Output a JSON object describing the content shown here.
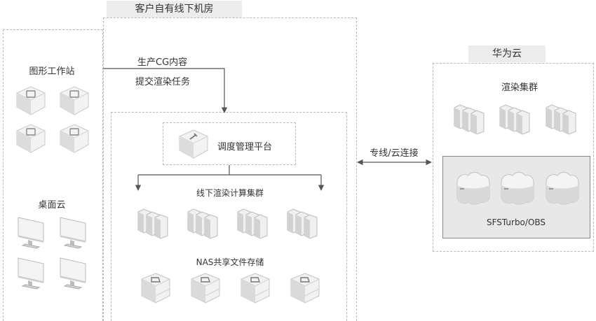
{
  "diagram": {
    "onprem_title": "客户自有线下机房",
    "cloud_title": "华为云",
    "workstation_label": "图形工作站",
    "desktop_cloud_label": "桌面云",
    "produce_cg_label": "生产CG内容",
    "submit_task_label": "提交渲染任务",
    "scheduler_label": "调度管理平台",
    "offline_cluster_label": "线下渲染计算集群",
    "nas_label": "NAS共享文件存储",
    "connection_label": "专线/云连接",
    "render_cluster_label": "渲染集群",
    "storage_label": "SFSTurbo/OBS"
  },
  "colors": {
    "dash_border": "#b9b9b9",
    "title_bg": "#ececec",
    "storage_panel_bg": "#e8e8e8",
    "storage_panel_border": "#888888",
    "arrow": "#555555"
  }
}
